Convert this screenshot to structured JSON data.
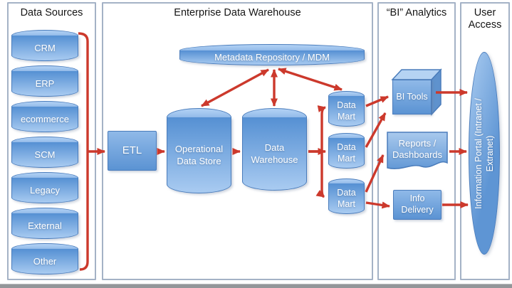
{
  "panels": [
    {
      "id": "data-sources",
      "title": "Data Sources",
      "items": [
        "CRM",
        "ERP",
        "ecommerce",
        "SCM",
        "Legacy",
        "External",
        "Other"
      ]
    },
    {
      "id": "edw",
      "title": "Enterprise Data Warehouse",
      "nodes": {
        "etl": "ETL",
        "ods": "Operational Data Store",
        "dw": "Data Warehouse",
        "metadata": "Metadata Repository / MDM",
        "data_marts": [
          "Data Mart",
          "Data Mart",
          "Data Mart"
        ]
      }
    },
    {
      "id": "bi-analytics",
      "title": "“BI” Analytics",
      "nodes": {
        "bi_tools": "BI Tools",
        "reports": "Reports / Dashboards",
        "info_delivery": "Info Delivery"
      }
    },
    {
      "id": "user-access",
      "title": "User Access",
      "nodes": {
        "portal_line1": "Information Portal (Intranet /",
        "portal_line2": "Extranet)"
      }
    }
  ],
  "connections": [
    {
      "from": "data-sources",
      "to": "etl"
    },
    {
      "from": "etl",
      "to": "ods"
    },
    {
      "from": "ods",
      "to": "dw"
    },
    {
      "from": "dw",
      "to": "data-mart-1"
    },
    {
      "from": "dw",
      "to": "data-mart-2"
    },
    {
      "from": "dw",
      "to": "data-mart-3"
    },
    {
      "from": "metadata",
      "to": "ods",
      "bidirectional": true
    },
    {
      "from": "metadata",
      "to": "dw",
      "bidirectional": true
    },
    {
      "from": "metadata",
      "to": "data-mart-1",
      "bidirectional": true
    },
    {
      "from": "data-mart-1",
      "to": "bi-tools"
    },
    {
      "from": "data-mart-2",
      "to": "bi-tools"
    },
    {
      "from": "data-mart-3",
      "to": "reports-dashboards"
    },
    {
      "from": "data-mart-3",
      "to": "info-delivery"
    },
    {
      "from": "bi-tools",
      "to": "information-portal"
    },
    {
      "from": "reports-dashboards",
      "to": "information-portal"
    },
    {
      "from": "info-delivery",
      "to": "information-portal"
    }
  ],
  "colors": {
    "connector_red": "#cc392c",
    "shape_blue_dark": "#5b93d3",
    "shape_blue_light": "#a9cbf1",
    "shape_border": "#4a7cbb",
    "panel_border": "#a4b2c6"
  }
}
